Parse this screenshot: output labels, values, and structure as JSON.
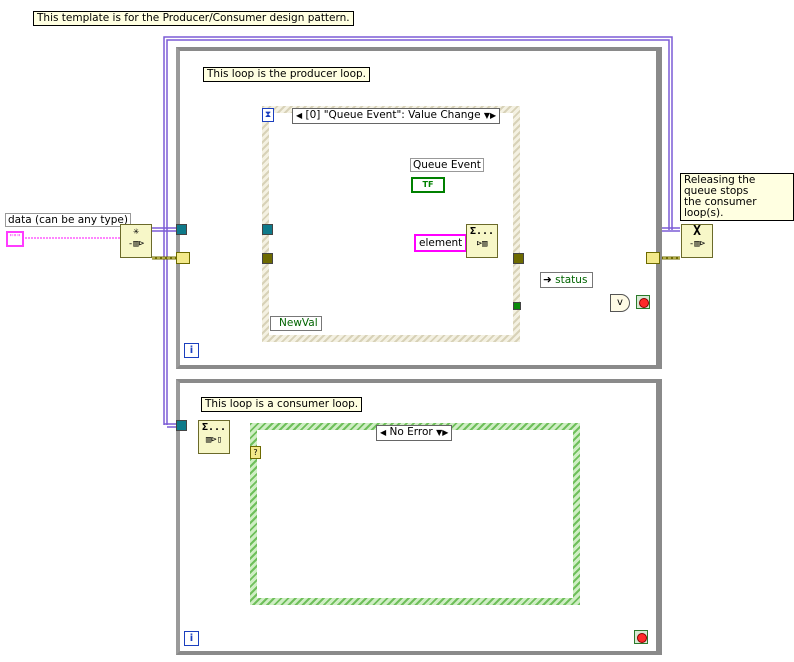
{
  "header_note": "This template is for the Producer/Consumer design pattern.",
  "producer": {
    "comment": "This loop is the producer loop.",
    "event_case_selector": "[0] \"Queue Event\": Value Change",
    "queue_event_label": "Queue Event",
    "queue_event_terminal": "TF",
    "element_label": "element",
    "newval_label": "NewVal",
    "enqueue_glyph": "Σ...",
    "status_label": "status",
    "or_glyph": "v",
    "iteration_glyph": "i"
  },
  "data_control_label": "data (can be any type)",
  "data_terminal": "\"\"\"",
  "release_note": "Releasing the\nqueue stops\nthe consumer loop(s).",
  "consumer": {
    "comment": "This loop is a consumer loop.",
    "case_selector": "No Error",
    "dequeue_glyph": "Σ...",
    "case_terminal": "?",
    "iteration_glyph": "i"
  },
  "colors": {
    "wire_data": "#ff3cff",
    "wire_error": "#5a5a00",
    "wire_queue": "#7b5bd6",
    "loop_border": "#8a8a8a",
    "boolean_green": "#008000"
  }
}
